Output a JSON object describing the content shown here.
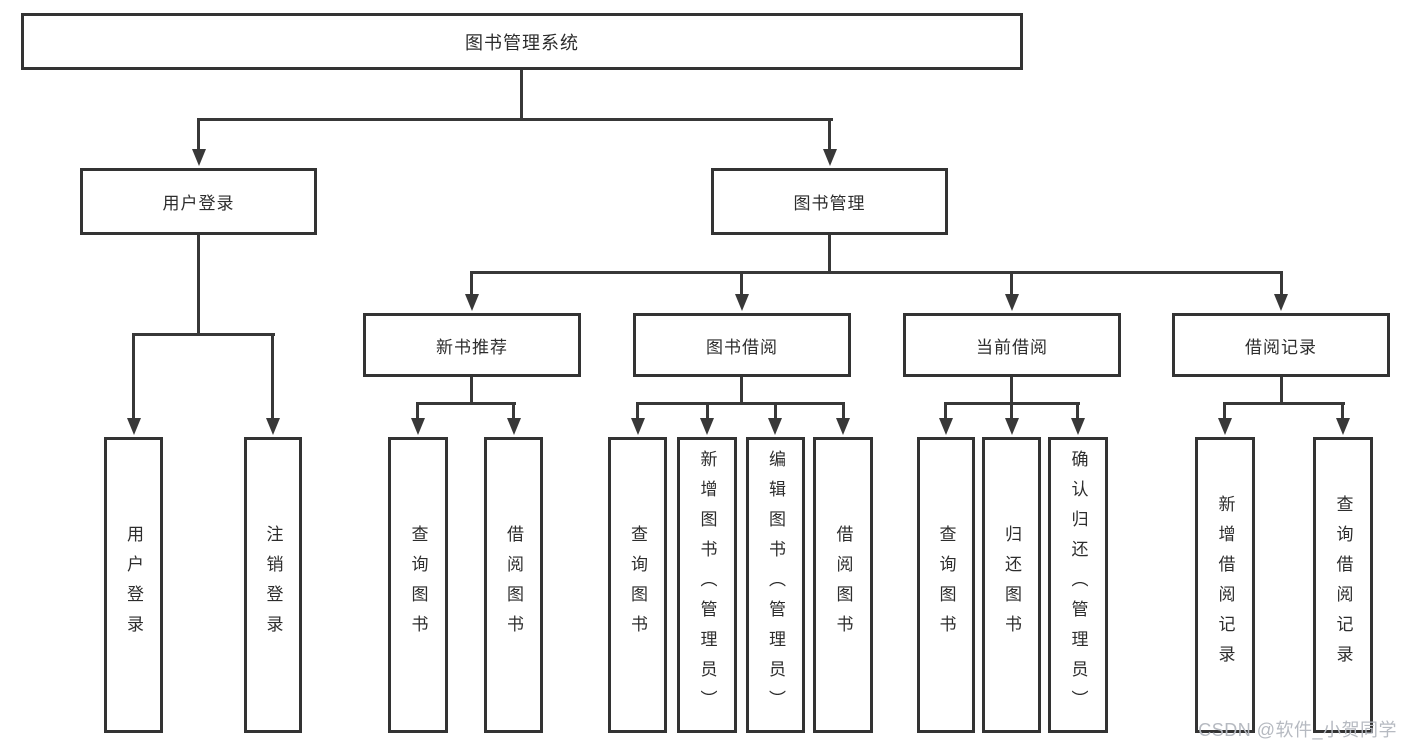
{
  "diagram": {
    "root": {
      "label": "图书管理系统"
    },
    "user_branch": {
      "label": "用户登录",
      "children": [
        "用户登录",
        "注销登录"
      ]
    },
    "mgmt_branch": {
      "label": "图书管理"
    },
    "modules": [
      {
        "label": "新书推荐",
        "children": [
          "查询图书",
          "借阅图书"
        ]
      },
      {
        "label": "图书借阅",
        "children": [
          "查询图书",
          "新增图书（管理员）",
          "编辑图书（管理员）",
          "借阅图书"
        ]
      },
      {
        "label": "当前借阅",
        "children": [
          "查询图书",
          "归还图书",
          "确认归还（管理员）"
        ]
      },
      {
        "label": "借阅记录",
        "children": [
          "新增借阅记录",
          "查询借阅记录"
        ]
      }
    ]
  },
  "watermark": "CSDN @软件_小贺同学",
  "colors": {
    "line": "#383838",
    "border": "#333333",
    "text": "#2d2d2d",
    "watermark": "#b6bac1",
    "background": "#ffffff"
  }
}
